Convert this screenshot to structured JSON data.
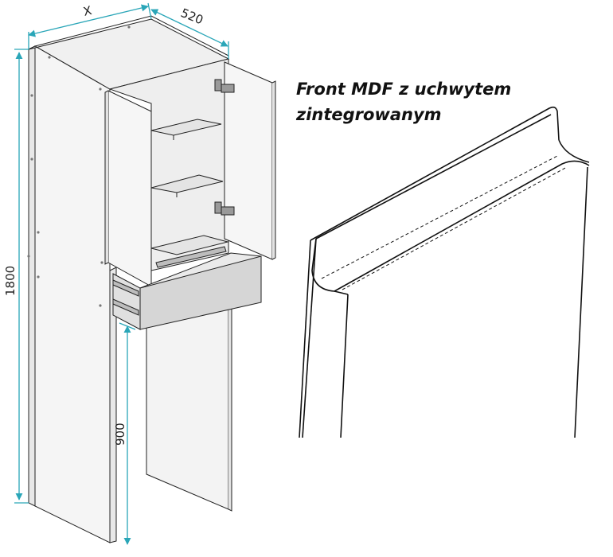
{
  "caption": {
    "line1": "Front MDF z uchwytem",
    "line2": "zintegrowanym"
  },
  "dimensions": {
    "width": "X",
    "depth": "520",
    "height": "1800",
    "opening_height": "900"
  },
  "colors": {
    "dimension_line": "#2aa6b8",
    "panel_face": "#f2f2f2",
    "panel_side": "#e6e6e6",
    "drawer_front": "#d6d6d6",
    "outline": "#222222"
  }
}
